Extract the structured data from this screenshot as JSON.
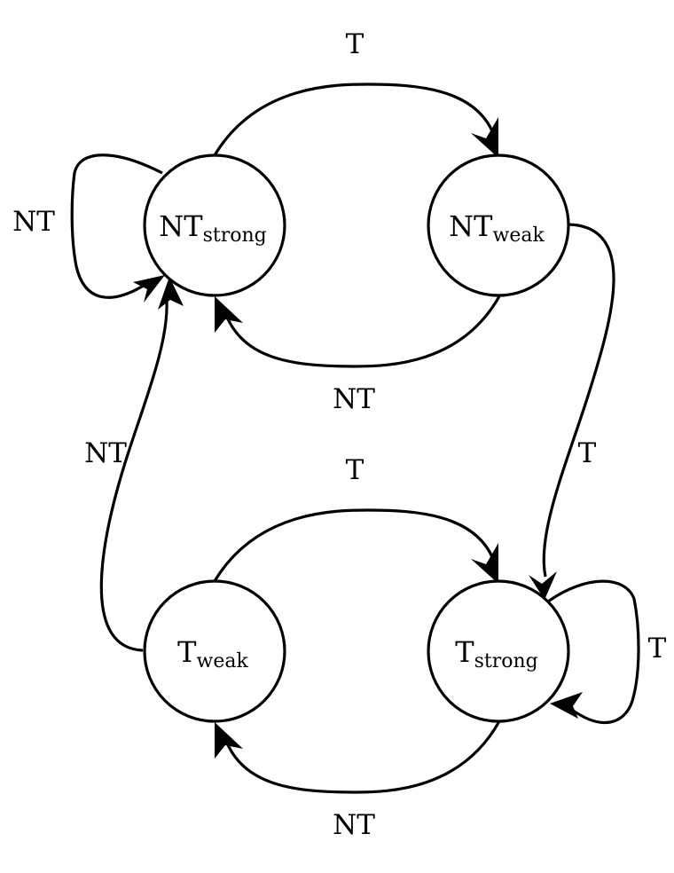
{
  "states": {
    "nt_strong": {
      "main": "NT",
      "sub": "strong"
    },
    "nt_weak": {
      "main": "NT",
      "sub": "weak"
    },
    "t_weak": {
      "main": "T",
      "sub": "weak"
    },
    "t_strong": {
      "main": "T",
      "sub": "strong"
    }
  },
  "edges": {
    "nt_strong_self": "NT",
    "nt_strong_to_nt_weak": "T",
    "nt_weak_to_nt_strong": "NT",
    "nt_weak_to_t_strong": "T",
    "t_weak_to_nt_strong": "NT",
    "t_weak_to_t_strong": "T",
    "t_strong_to_t_weak": "NT",
    "t_strong_self": "T"
  }
}
